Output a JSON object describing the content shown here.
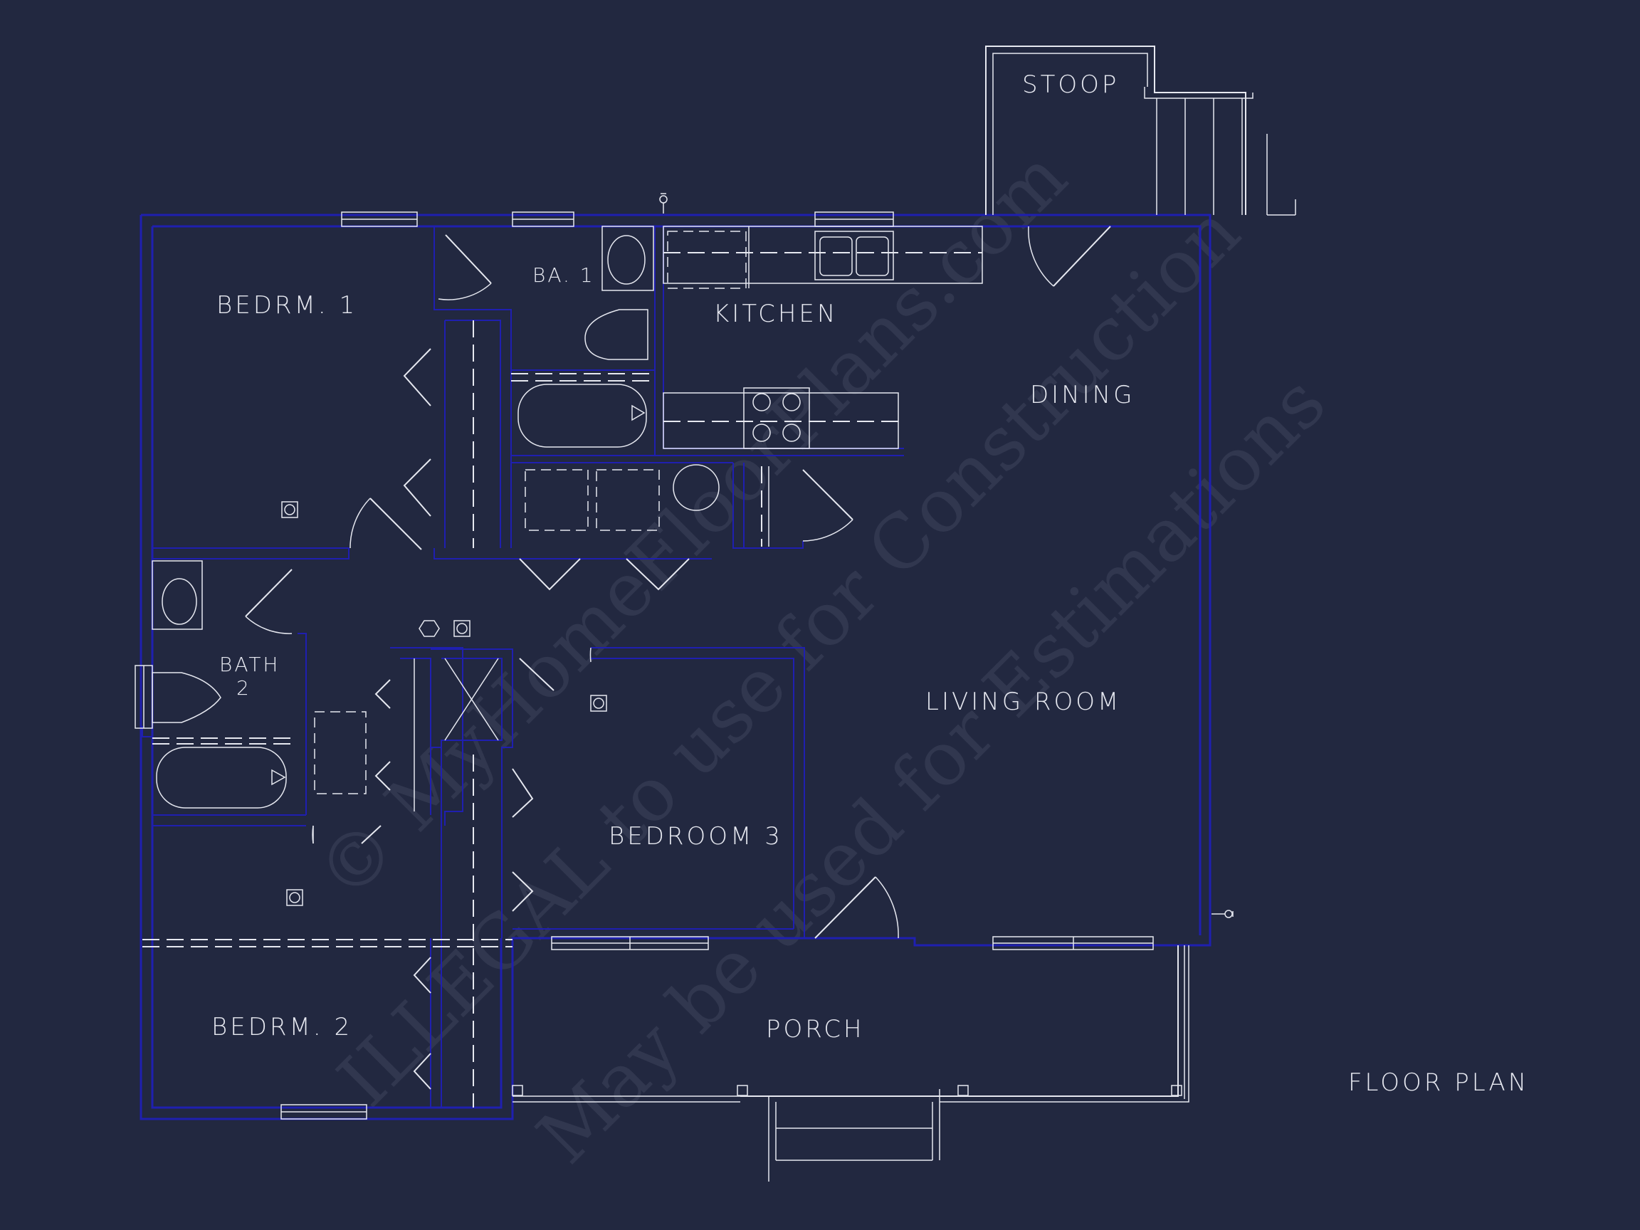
{
  "rooms": {
    "stoop": "STOOP",
    "bedroom1": "BEDRM. 1",
    "bath1": "BA. 1",
    "kitchen": "KITCHEN",
    "dining": "DINING",
    "bath2_line1": "BATH",
    "bath2_line2": "2",
    "living_room": "LIVING ROOM",
    "bedroom3": "BEDROOM 3",
    "bedroom2": "BEDRM. 2",
    "porch": "PORCH"
  },
  "title": "FLOOR PLAN",
  "watermark": {
    "line1": "© MyHomeFloorPlans.com",
    "line2": "ILLEGAL to use for Construction",
    "line3": "May be used for Estimations"
  },
  "colors": {
    "background": "#222840",
    "walls": "#1f1fb0",
    "linework": "#e6e8f0"
  }
}
